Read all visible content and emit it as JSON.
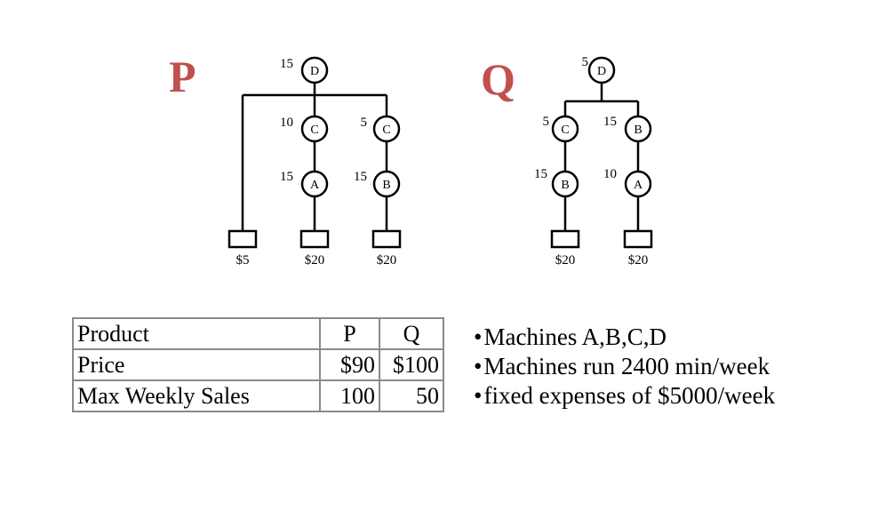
{
  "colors": {
    "title": "#c0504d",
    "line": "#000000",
    "grid": "#8a8a8a"
  },
  "products": [
    {
      "name": "P",
      "nodes": [
        {
          "id": "P-D",
          "letter": "D",
          "time": "15"
        },
        {
          "id": "P-C1",
          "letter": "C",
          "time": "10"
        },
        {
          "id": "P-C2",
          "letter": "C",
          "time": "5"
        },
        {
          "id": "P-A",
          "letter": "A",
          "time": "15"
        },
        {
          "id": "P-B",
          "letter": "B",
          "time": "15"
        }
      ],
      "materials": [
        "$5",
        "$20",
        "$20"
      ]
    },
    {
      "name": "Q",
      "nodes": [
        {
          "id": "Q-D",
          "letter": "D",
          "time": "5"
        },
        {
          "id": "Q-C",
          "letter": "C",
          "time": "5"
        },
        {
          "id": "Q-B1",
          "letter": "B",
          "time": "15"
        },
        {
          "id": "Q-B2",
          "letter": "B",
          "time": "15"
        },
        {
          "id": "Q-A",
          "letter": "A",
          "time": "10"
        }
      ],
      "materials": [
        "$20",
        "$20"
      ]
    }
  ],
  "table": {
    "header": {
      "label": "Product",
      "p": "P",
      "q": "Q"
    },
    "rows": [
      {
        "label": "Price",
        "p": "$90",
        "q": "$100"
      },
      {
        "label": "Max Weekly Sales",
        "p": "100",
        "q": "50"
      }
    ]
  },
  "notes": [
    "Machines A,B,C,D",
    "Machines run 2400 min/week",
    "fixed expenses of $5000/week"
  ]
}
